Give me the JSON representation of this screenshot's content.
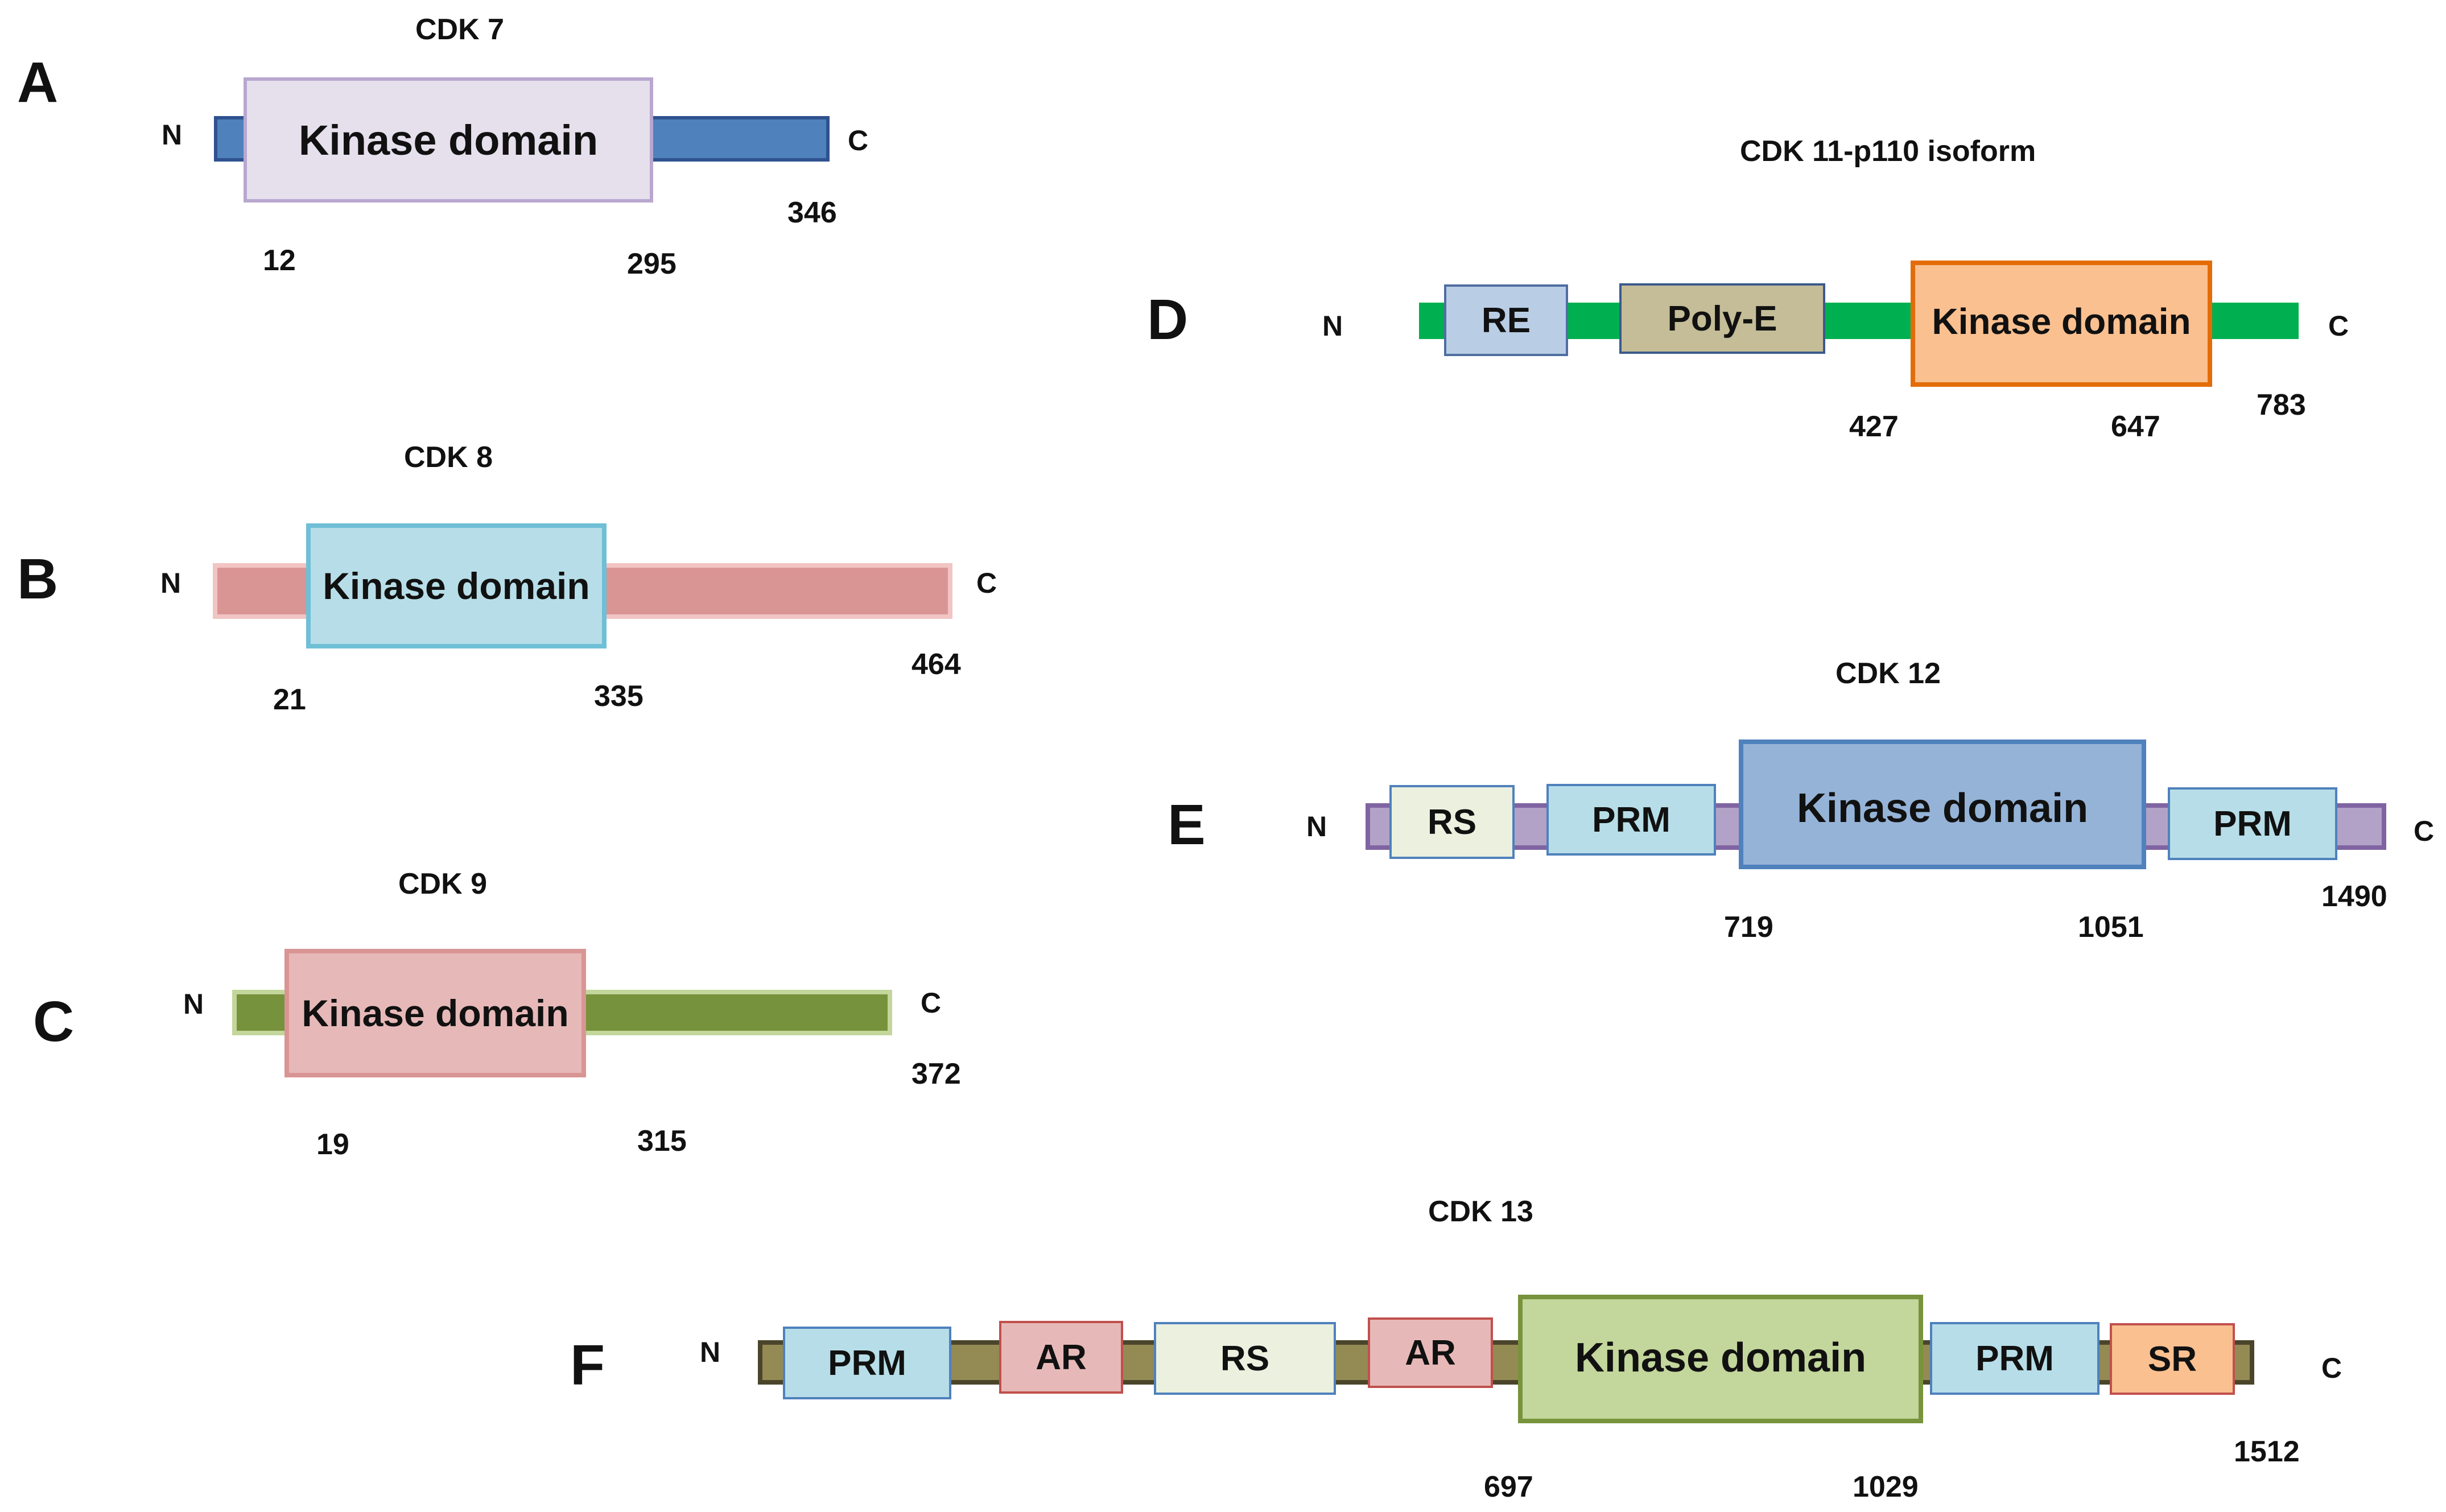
{
  "panels": {
    "A": {
      "letter": "A",
      "title": "CDK 7",
      "n": "N",
      "c": "C",
      "domain": "Kinase domain",
      "positions": [
        "12",
        "295",
        "346"
      ],
      "colors": {
        "chain": "#4f81bd",
        "chain_border": "#2f528f",
        "domain_fill": "#e6e0ec",
        "domain_border": "#b9a7cf"
      }
    },
    "B": {
      "letter": "B",
      "title": "CDK 8",
      "n": "N",
      "c": "C",
      "domain": "Kinase domain",
      "positions": [
        "21",
        "335",
        "464"
      ],
      "colors": {
        "chain": "#d99594",
        "chain_border": "#f2c4c4",
        "domain_fill": "#b7dee8",
        "domain_border": "#6fbfd6"
      }
    },
    "C": {
      "letter": "C",
      "title": "CDK 9",
      "n": "N",
      "c": "C",
      "domain": "Kinase domain",
      "positions": [
        "19",
        "315",
        "372"
      ],
      "colors": {
        "chain": "#76923c",
        "chain_border": "#c3d69b",
        "domain_fill": "#e6b9b8",
        "domain_border": "#d99594"
      }
    },
    "D": {
      "letter": "D",
      "title": "CDK 11-p110 isoform",
      "n": "N",
      "c": "C",
      "boxes": [
        "RE",
        "Poly-E",
        "Kinase domain"
      ],
      "positions": [
        "427",
        "647",
        "783"
      ],
      "colors": {
        "chain": "#00b050",
        "re": "#b9cde5",
        "polye": "#c4bd97",
        "kinase": "#fac090",
        "kinase_border": "#e36c09"
      }
    },
    "E": {
      "letter": "E",
      "title": "CDK 12",
      "n": "N",
      "c": "C",
      "boxes": [
        "RS",
        "PRM",
        "Kinase domain",
        "PRM"
      ],
      "positions": [
        "719",
        "1051",
        "1490"
      ],
      "colors": {
        "chain": "#b3a2c7",
        "chain_border": "#8064a2",
        "rs": "#ebf1de",
        "prm": "#b7dee8",
        "kinase": "#95b3d7",
        "kinase_border": "#4f81bd"
      }
    },
    "F": {
      "letter": "F",
      "title": "CDK 13",
      "n": "N",
      "c": "C",
      "boxes": [
        "PRM",
        "AR",
        "RS",
        "AR",
        "Kinase domain",
        "PRM",
        "SR"
      ],
      "positions": [
        "697",
        "1029",
        "1512"
      ],
      "colors": {
        "chain": "#948a54",
        "chain_border": "#4a452a",
        "prm": "#b7dee8",
        "ar": "#e6b9b8",
        "rs": "#ebf1de",
        "kinase": "#c3d69b",
        "kinase_border": "#77933c",
        "sr": "#fac090"
      }
    }
  }
}
